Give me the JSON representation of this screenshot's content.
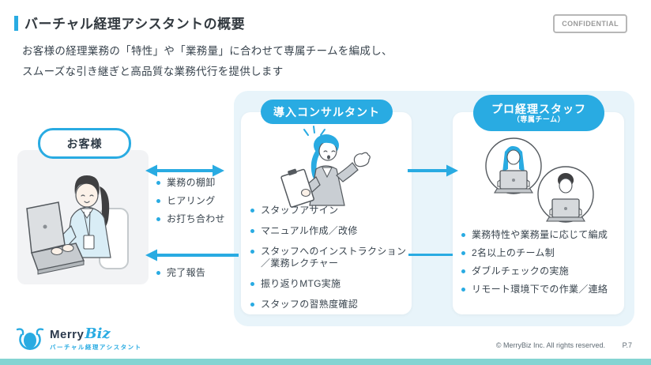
{
  "slide": {
    "title": "バーチャル経理アシスタントの概要",
    "confidential_label": "CONFIDENTIAL",
    "subtitle_line1": "お客様の経理業務の「特性」や「業務量」に合わせて専属チームを編成し、",
    "subtitle_line2": "スムーズな引き継ぎと高品質な業務代行を提供します"
  },
  "customer": {
    "label": "お客様"
  },
  "consultant": {
    "label": "導入コンサルタント",
    "tasks": [
      "スタッフアサイン",
      "マニュアル作成／改修",
      "スタッフへのインストラクション／業務レクチャー",
      "振り返りMTG実施",
      "スタッフの習熟度確認"
    ]
  },
  "staff": {
    "label": "プロ経理スタッフ",
    "sublabel": "（専属チーム）",
    "features": [
      "業務特性や業務量に応じて編成",
      "2名以上のチーム制",
      "ダブルチェックの実施",
      "リモート環境下での作業／連絡"
    ]
  },
  "handoff": {
    "to_consultant": [
      "業務の棚卸",
      "ヒアリング",
      "お打ち合わせ"
    ],
    "completion": "完了報告"
  },
  "footer": {
    "brand_primary": "Merry",
    "brand_secondary": "Biz",
    "brand_tagline": "バーチャル経理アシスタント",
    "copyright": "© MerryBiz Inc. All rights reserved.",
    "page_number": "P.7"
  },
  "colors": {
    "accent_blue": "#29abe2",
    "panel_blue": "#e8f4fa",
    "customer_gray": "#f2f3f5",
    "footer_teal": "#84d4d2"
  }
}
